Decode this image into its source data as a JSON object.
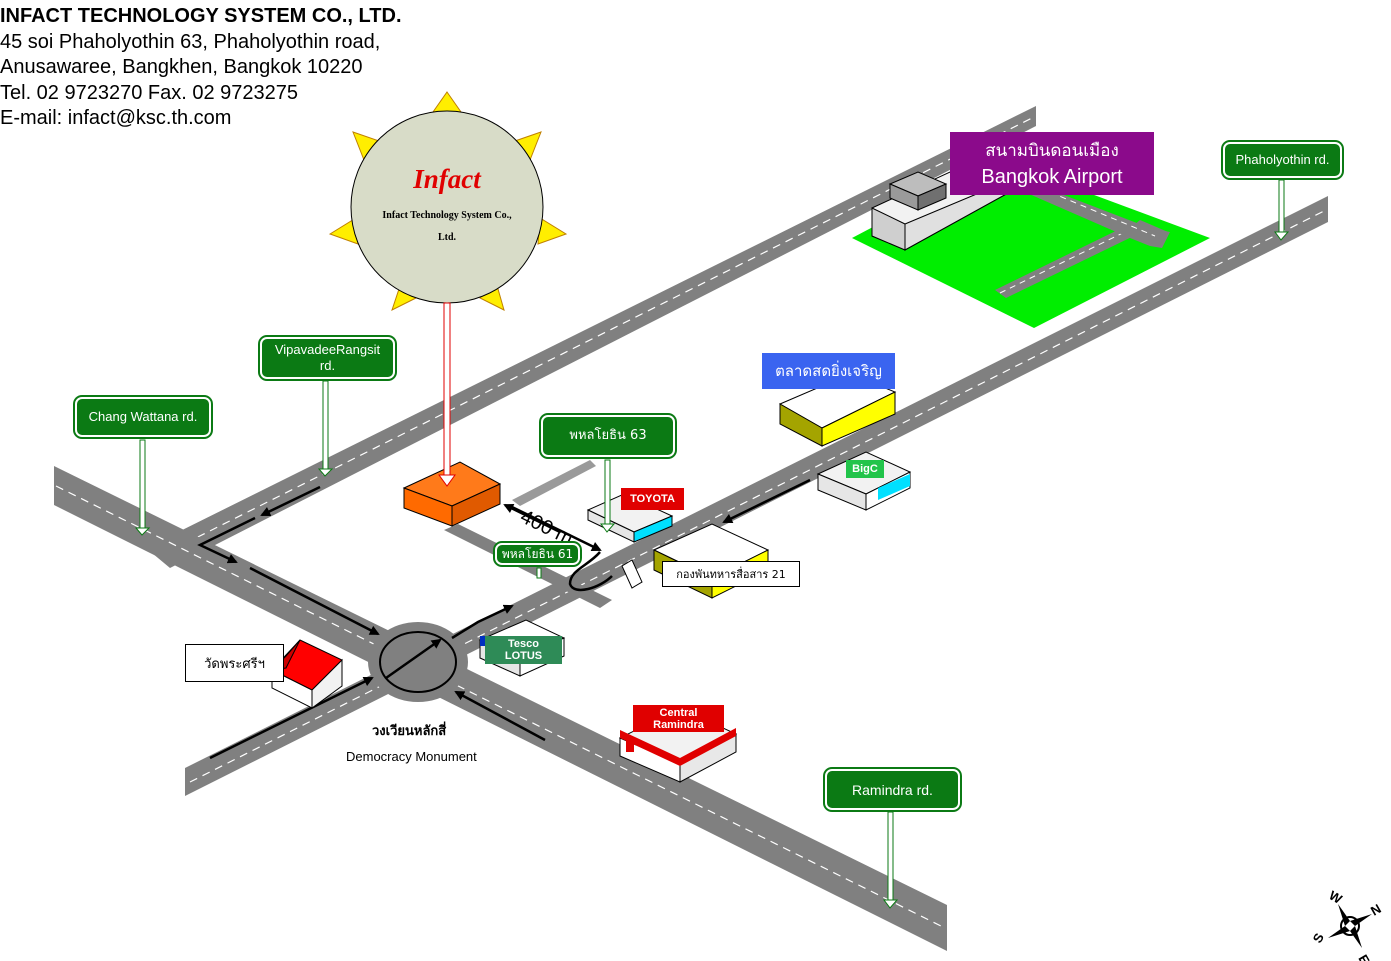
{
  "company": {
    "name": "INFACT TECHNOLOGY SYSTEM CO., LTD.",
    "address1": "45 soi Phaholyothin 63, Phaholyothin road,",
    "address2": "Anusawaree, Bangkhen, Bangkok 10220",
    "phone": "Tel. 02 9723270 Fax. 02 9723275",
    "email": "E-mail: infact@ksc.th.com"
  },
  "logo": {
    "brand": "Infact",
    "line1": "Infact Technology System Co.,",
    "line2": "Ltd."
  },
  "airport": {
    "th": "สนามบินดอนเมือง",
    "en": "Bangkok Airport"
  },
  "road_signs": {
    "phaholyothin": "Phaholyothin rd.",
    "vipavadee": "VipavadeeRangsit rd.",
    "chang_wattana": "Chang Wattana rd.",
    "ramindra": "Ramindra rd.",
    "soi63": "พหลโยธิน 63",
    "soi61": "พหลโยธิน 61"
  },
  "landmarks": {
    "market": "ตลาดสดยิ่งเจริญ",
    "bigc": "BigC",
    "toyota": "TOYOTA",
    "signal_battalion": "กองพันทหารสื่อสาร 21",
    "tesco": "Tesco LOTUS",
    "central": "Central Ramindra",
    "temple": "วัดพระศรีฯ",
    "monument_th": "วงเวียนหลักสี่",
    "monument_en": "Democracy Monument"
  },
  "distance": "400 m",
  "compass": {
    "n": "N",
    "e": "E",
    "s": "S",
    "w": "W"
  },
  "colors": {
    "road": "#808080",
    "sign_green": "#0b7a14",
    "airport_field": "#00ee00",
    "airport_label": "#8b0a8b",
    "infact_building": "#ff6a00",
    "market_label": "#3a64f0",
    "sun_disc": "#d8dcc8",
    "sun_rays": "#ffee00",
    "brand_red": "#e00000"
  }
}
